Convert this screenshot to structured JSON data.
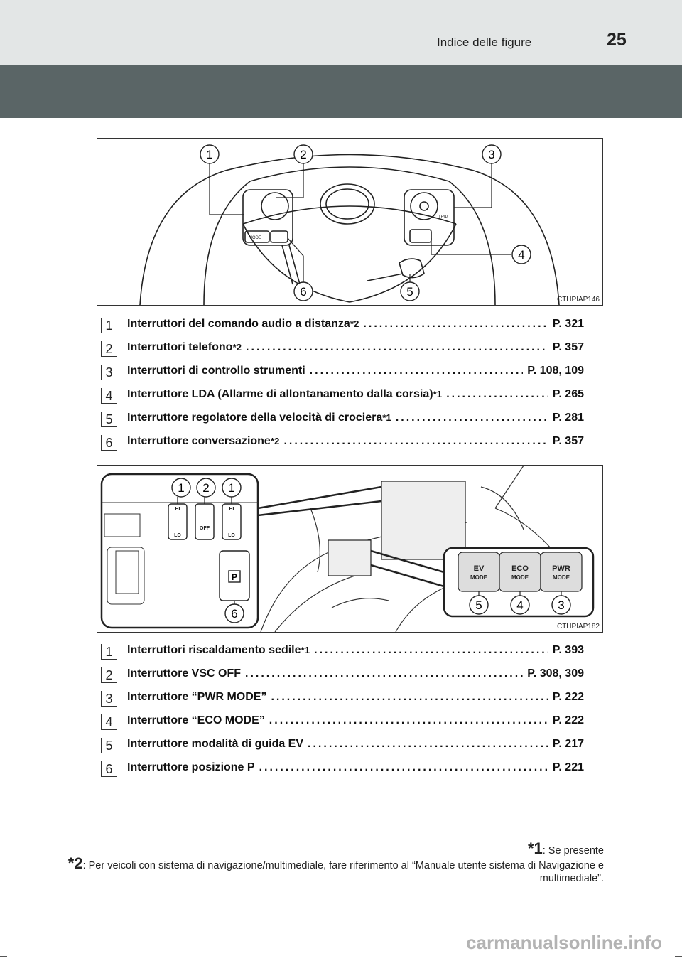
{
  "header": {
    "title": "Indice delle figure",
    "page_number": "25"
  },
  "figure1": {
    "code": "CTHPIAP146",
    "callouts": [
      "1",
      "2",
      "3",
      "4",
      "6",
      "5"
    ],
    "switch_labels": {
      "mode": "MODE",
      "trip": "TRIP"
    }
  },
  "list1": [
    {
      "num": "1",
      "text": "Interruttori del comando audio a distanza",
      "sup": "*2",
      "page": "P. 321"
    },
    {
      "num": "2",
      "text": "Interruttori telefono",
      "sup": "*2",
      "page": "P. 357"
    },
    {
      "num": "3",
      "text": "Interruttori di controllo strumenti",
      "sup": "",
      "page": "P. 108, 109"
    },
    {
      "num": "4",
      "text": "Interruttore LDA (Allarme di allontanamento dalla corsia)",
      "sup": "*1",
      "page": "P. 265"
    },
    {
      "num": "5",
      "text": "Interruttore regolatore della velocità di crociera",
      "sup": "*1",
      "page": "P. 281"
    },
    {
      "num": "6",
      "text": "Interruttore conversazione",
      "sup": "*2",
      "page": "P. 357"
    }
  ],
  "figure2": {
    "code": "CTHPIAP182",
    "callouts_top": [
      "1",
      "2",
      "1"
    ],
    "callout_p": "6",
    "callouts_bottom": [
      "5",
      "4",
      "3"
    ],
    "buttons": [
      {
        "top": "EV",
        "bottom": "MODE"
      },
      {
        "top": "ECO",
        "bottom": "MODE"
      },
      {
        "top": "PWR",
        "bottom": "MODE"
      }
    ],
    "seat_labels": {
      "hi": "HI",
      "lo": "LO",
      "off": "OFF",
      "p": "P"
    }
  },
  "list2": [
    {
      "num": "1",
      "text": "Interruttori riscaldamento sedile",
      "sup": "*1",
      "page": "P. 393"
    },
    {
      "num": "2",
      "text": "Interruttore VSC OFF",
      "sup": "",
      "page": "P. 308, 309"
    },
    {
      "num": "3",
      "text": "Interruttore “PWR MODE”",
      "sup": "",
      "page": "P. 222"
    },
    {
      "num": "4",
      "text": "Interruttore “ECO MODE”",
      "sup": "",
      "page": "P. 222"
    },
    {
      "num": "5",
      "text": "Interruttore modalità di guida EV",
      "sup": "",
      "page": "P. 217"
    },
    {
      "num": "6",
      "text": "Interruttore posizione P",
      "sup": "",
      "page": "P. 221"
    }
  ],
  "footnotes": {
    "n1_mark": "*1",
    "n1_text": ": Se presente",
    "n2_mark": "*2",
    "n2_text": ": Per veicoli con sistema di navigazione/multimediale, fare riferimento al “Manuale utente sistema di Navigazione e multimediale”."
  },
  "watermark": "carmanualsonline.info"
}
